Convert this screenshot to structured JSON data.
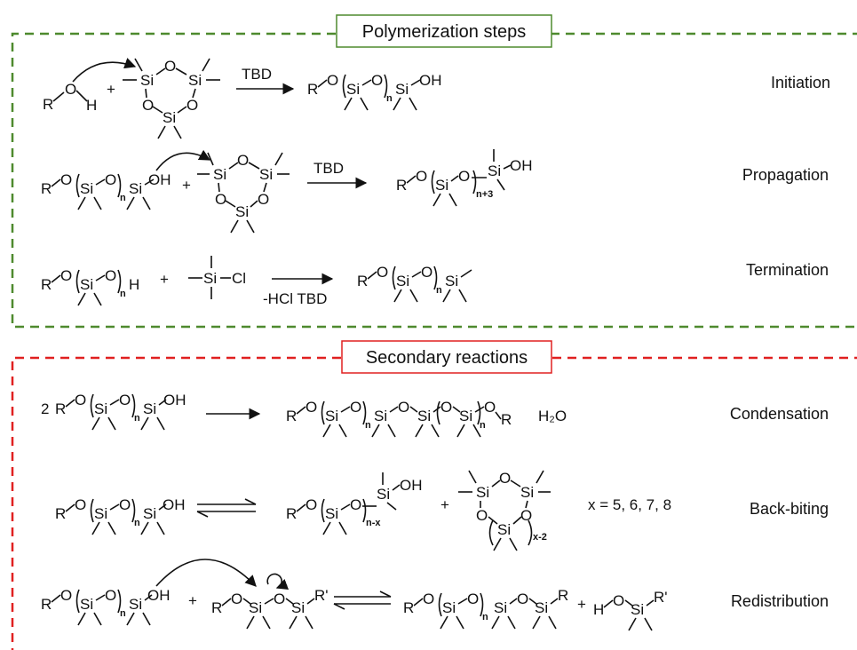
{
  "sections": {
    "polymerization": {
      "title": "Polymerization steps",
      "color": "#4e8a2e"
    },
    "secondary": {
      "title": "Secondary reactions",
      "color": "#e02020"
    }
  },
  "steps": {
    "initiation": "Initiation",
    "propagation": "Propagation",
    "termination": "Termination",
    "condensation": "Condensation",
    "backbiting": "Back-biting",
    "redistribution": "Redistribution"
  },
  "conditions": {
    "initiation": "TBD",
    "propagation": "TBD",
    "termination": "-HCl TBD"
  },
  "atoms": {
    "R": "R",
    "Rp": "R'",
    "O": "O",
    "H": "H",
    "Si": "Si",
    "OH": "OH",
    "Cl": "Cl",
    "plus": "+",
    "two": "2",
    "water": "H₂O"
  },
  "subscripts": {
    "n": "n",
    "n3": "n+3",
    "nx": "n-x",
    "x2": "x-2"
  },
  "note_backbiting": "x = 5, 6, 7, 8"
}
